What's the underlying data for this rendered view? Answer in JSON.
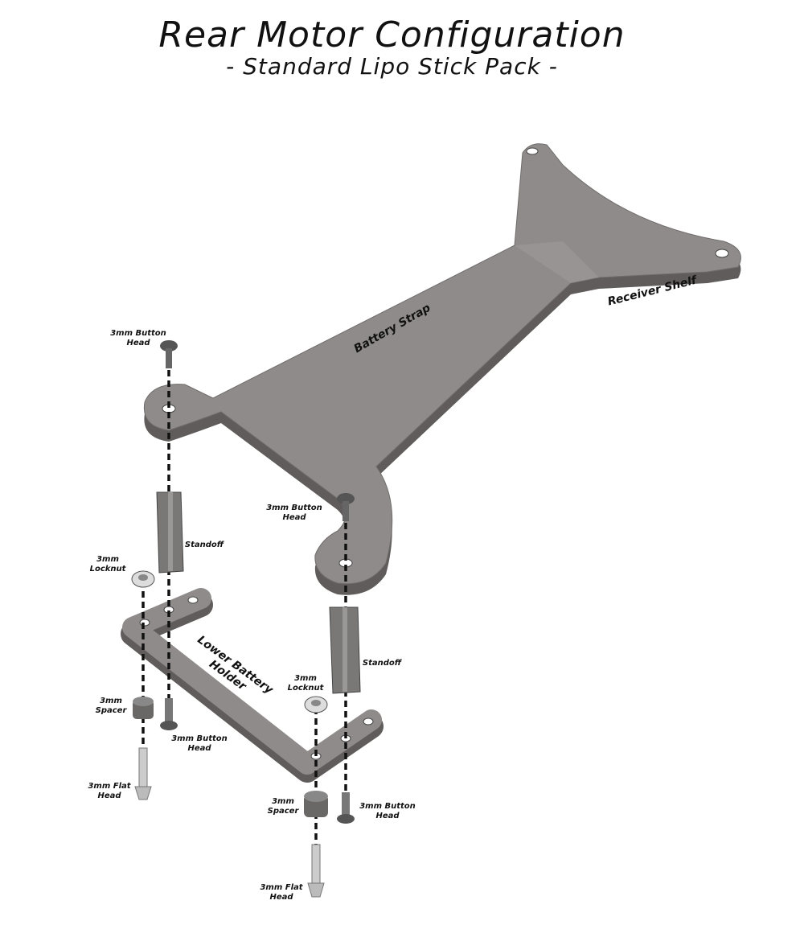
{
  "title": "Rear Motor Configuration",
  "subtitle": "- Standard Lipo Stick Pack -",
  "labels": {
    "receiver_shelf": "Receiver Shelf",
    "battery_strap": "Battery Strap",
    "button_head_top_left": {
      "line1": "3mm Button",
      "line2": "Head"
    },
    "button_head_top_right": {
      "line1": "3mm Button",
      "line2": "Head"
    },
    "standoff_left": "Standoff",
    "standoff_right": "Standoff",
    "locknut_left": {
      "line1": "3mm",
      "line2": "Locknut"
    },
    "locknut_right": {
      "line1": "3mm",
      "line2": "Locknut"
    },
    "lower_battery_holder": {
      "line1": "Lower Battery",
      "line2": "Holder"
    },
    "spacer_left": {
      "line1": "3mm",
      "line2": "Spacer"
    },
    "spacer_right": {
      "line1": "3mm",
      "line2": "Spacer"
    },
    "button_head_bottom_left": {
      "line1": "3mm Button",
      "line2": "Head"
    },
    "button_head_bottom_right": {
      "line1": "3mm Button",
      "line2": "Head"
    },
    "flat_head_left": {
      "line1": "3mm Flat",
      "line2": "Head"
    },
    "flat_head_right": {
      "line1": "3mm Flat",
      "line2": "Head"
    }
  },
  "colors": {
    "part_top": "#8e8b8a",
    "part_side": "#5f5c5b",
    "hardware": "#6a6a6a"
  }
}
